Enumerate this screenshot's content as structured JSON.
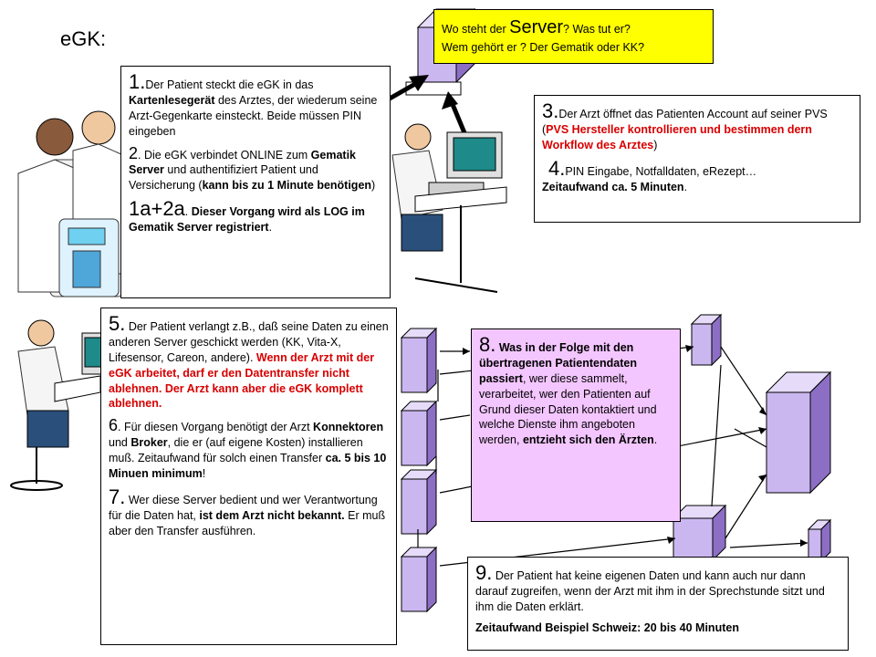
{
  "title": "eGK:",
  "colors": {
    "server_fill": "#cbb7f0",
    "server_dark": "#8c6fc4",
    "note_fill": "#f4c6ff",
    "server_question_fill": "#ffff00",
    "highlight_red": "#d80000"
  },
  "server_question": {
    "part1": "Wo steht der ",
    "big": "Server",
    "part2": "? Was tut er?",
    "line2": "Wem gehört er ? Der Gematik oder KK?"
  },
  "box1": {
    "step1_num": "1.",
    "step1_text_a": "Der Patient steckt die eGK in das ",
    "step1_bold": "Kartenlesegerät",
    "step1_text_b": " des Arztes, der wiederum seine Arzt-Gegenkarte einsteckt. Beide müssen PIN eingeben",
    "step2_num": "2",
    "step2_text_a": ". Die eGK verbindet ONLINE zum ",
    "step2_bold_a": "Gematik Server",
    "step2_text_b": " und authentifiziert Patient und Versicherung (",
    "step2_bold_b": "kann bis zu 1 Minute benötigen",
    "step2_text_c": ")",
    "step1a_num": "1a+2a",
    "step1a_text_a": ". ",
    "step1a_bold": "Dieser Vorgang wird als LOG im Gematik Server registriert",
    "step1a_text_b": "."
  },
  "box3": {
    "step3_num": "3.",
    "step3_text_a": "Der Arzt öffnet das Patienten Account auf seiner PVS (",
    "step3_red": "PVS Hersteller kontrollieren und bestimmen dern Workflow des Arztes",
    "step3_text_b": ")",
    "step4_num": "4.",
    "step4_text_a": "PIN Eingabe, Notfalldaten, eRezept…",
    "step4_bold": "Zeitaufwand ca. 5 Minuten",
    "step4_text_b": "."
  },
  "box5": {
    "step5_num": "5.",
    "step5_text_a": " Der Patient verlangt z.B., daß seine Daten zu einen anderen Server geschickt werden (KK, Vita-X, Lifesensor, Careon, andere). ",
    "step5_red": "Wenn der Arzt mit der eGK arbeitet, darf er den Datentransfer nicht ablehnen. Der Arzt kann aber die eGK komplett ablehnen.",
    "step6_num": "6",
    "step6_text_a": ". Für diesen Vorgang benötigt der Arzt ",
    "step6_bold_a": "Konnektoren",
    "step6_text_b": " und ",
    "step6_bold_b": "Broker",
    "step6_text_c": ", die er (auf eigene Kosten) installieren muß. Zeitaufwand für solch einen Transfer ",
    "step6_bold_c": "ca. 5 bis 10 Minuen minimum",
    "step6_text_d": "!",
    "step7_num": "7.",
    "step7_text_a": " Wer diese Server bedient und wer Verantwortung für die Daten hat, ",
    "step7_bold": "ist dem Arzt nicht bekannt.",
    "step7_text_b": " Er muß aber den Transfer ausführen."
  },
  "box8": {
    "step8_num": "8.",
    "step8_bold_a": " Was in der Folge mit den übertragenen Patientendaten passiert",
    "step8_text_a": ", wer diese sammelt, verarbeitet, wer den Patienten auf  Grund dieser Daten kontaktiert  und welche Dienste ihm angeboten werden, ",
    "step8_bold_b": "entzieht sich den  Ärzten",
    "step8_text_b": "."
  },
  "box9": {
    "step9_num": "9.",
    "step9_text": " Der Patient hat keine eigenen Daten und kann auch nur dann darauf zugreifen, wenn der Arzt mit ihm in der Sprechstunde sitzt und ihm die Daten erklärt.",
    "step9_bold": "Zeitaufwand Beispiel Schweiz: 20 bis 40 Minuten"
  }
}
